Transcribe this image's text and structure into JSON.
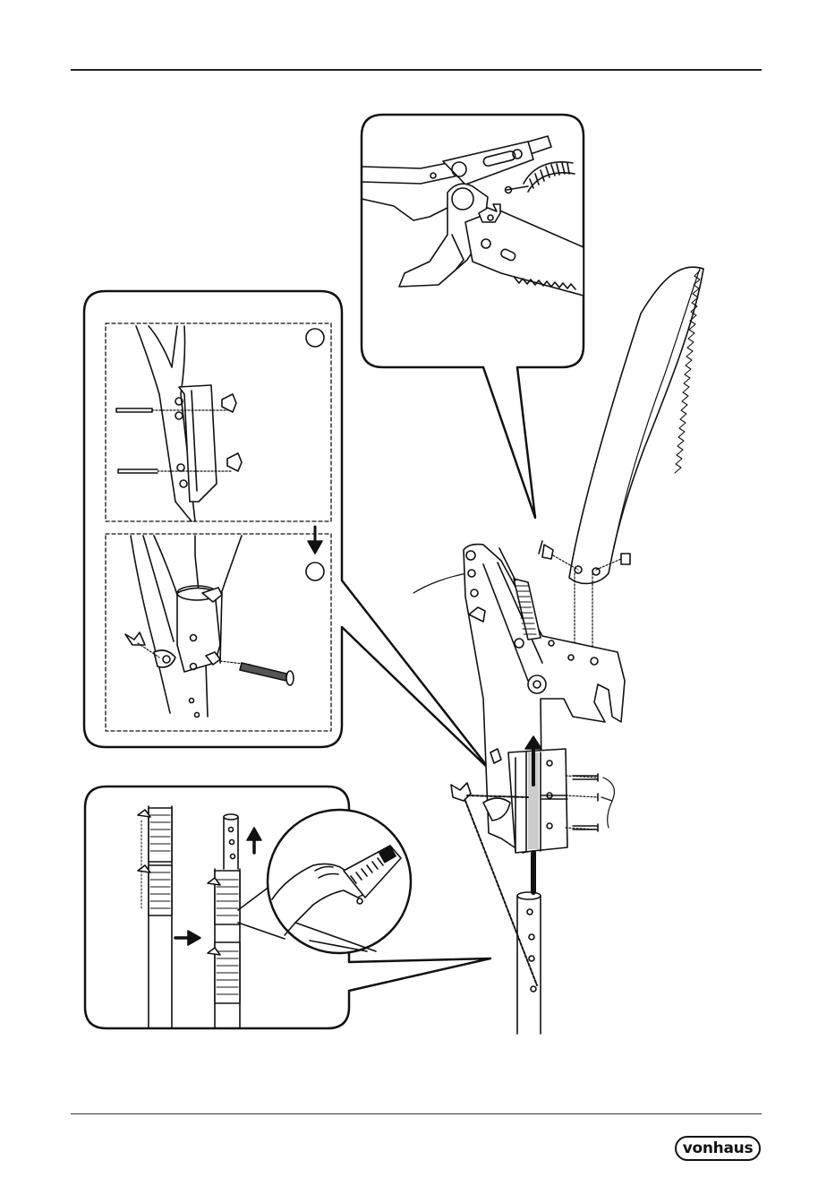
{
  "page": {
    "brand_logo_text": "vonhaus"
  },
  "illustration": {
    "panels": [
      {
        "name": "blade-spring-detail"
      },
      {
        "name": "saw-mount-steps"
      },
      {
        "name": "pole-extension-detail"
      }
    ],
    "step_markers": [
      "",
      ""
    ]
  }
}
